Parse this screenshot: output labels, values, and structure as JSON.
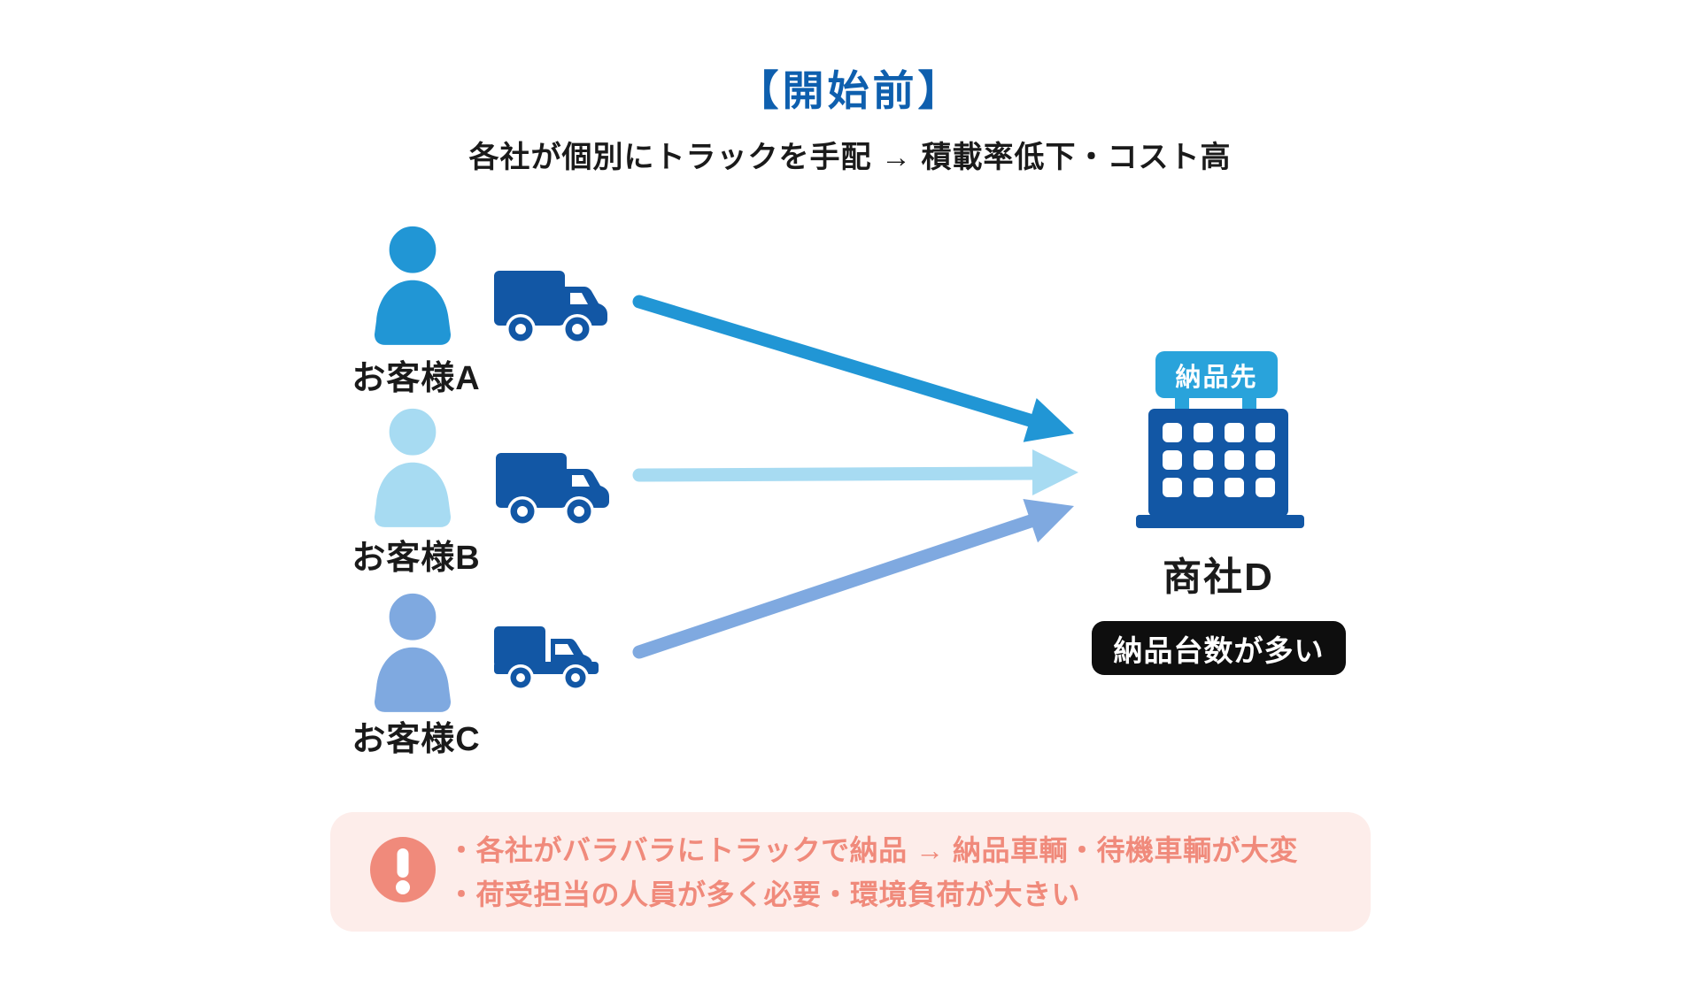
{
  "title": "【開始前】",
  "subtitle": "各社が個別にトラックを手配 → 積載率低下・コスト高",
  "customers": [
    {
      "label": "お客様A",
      "person_icon": "person-icon",
      "truck_icon": "box-truck-icon",
      "person_color": "#2196d5",
      "arrow_color": "#2196d5"
    },
    {
      "label": "お客様B",
      "person_icon": "person-icon",
      "truck_icon": "box-truck-icon",
      "person_color": "#a7dbf2",
      "arrow_color": "#a7dbf2"
    },
    {
      "label": "お客様C",
      "person_icon": "person-icon",
      "truck_icon": "small-truck-icon",
      "person_color": "#7fa9e0",
      "arrow_color": "#7fa9e0"
    }
  ],
  "destination": {
    "sign_label": "納品先",
    "building_icon": "building-icon",
    "name": "商社D",
    "badge": "納品台数が多い"
  },
  "warning": {
    "icon": "exclamation-icon",
    "lines": [
      "・各社がバラバラにトラックで納品 → 納品車輌・待機車輌が大変",
      "・荷受担当の人員が多く必要・環境負荷が大きい"
    ]
  },
  "colors": {
    "title_blue": "#0e5fae",
    "text_black": "#1a1a1a",
    "accent_a": "#2196d5",
    "accent_b": "#a7dbf2",
    "accent_c": "#7fa9e0",
    "dark_blue": "#1257a5",
    "sign_blue": "#29a3db",
    "badge_bg": "#0e0e0e",
    "badge_text": "#ffffff",
    "warning_bg": "#fdedea",
    "warning_accent": "#f08a7b"
  }
}
